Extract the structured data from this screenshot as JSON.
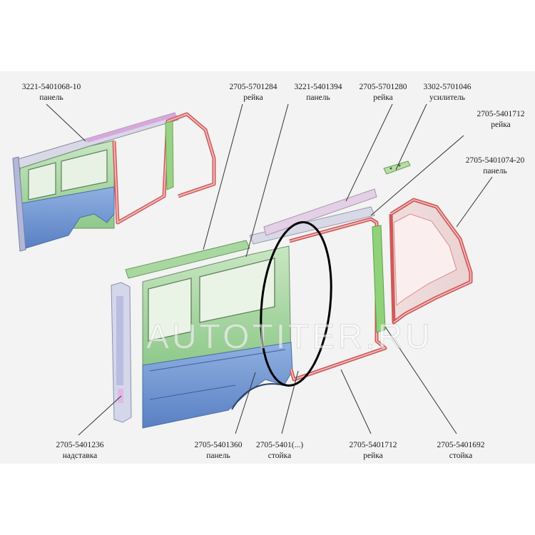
{
  "watermark": "AUTOTITER.RU",
  "labels": [
    {
      "id": "top-left-panel",
      "number": "3221-5401068-10",
      "text": "панель"
    },
    {
      "id": "reika-1",
      "number": "2705-5701284",
      "text": "рейка"
    },
    {
      "id": "panel-394",
      "number": "3221-5401394",
      "text": "панель"
    },
    {
      "id": "reika-2",
      "number": "2705-5701280",
      "text": "рейка"
    },
    {
      "id": "usilitel",
      "number": "3302-5701046",
      "text": "усилитель"
    },
    {
      "id": "reika-3",
      "number": "2705-5401712",
      "text": "рейка"
    },
    {
      "id": "panel-074",
      "number": "2705-5401074-20",
      "text": "панель"
    },
    {
      "id": "nadstavka",
      "number": "2705-5401236",
      "text": "надставка"
    },
    {
      "id": "panel-360",
      "number": "2705-5401360",
      "text": "панель"
    },
    {
      "id": "stoika-1",
      "number": "2705-5401(...)",
      "text": "стойка"
    },
    {
      "id": "reika-4",
      "number": "2705-5401712",
      "text": "рейка"
    },
    {
      "id": "stoika-2",
      "number": "2705-5401692",
      "text": "стойка"
    }
  ]
}
